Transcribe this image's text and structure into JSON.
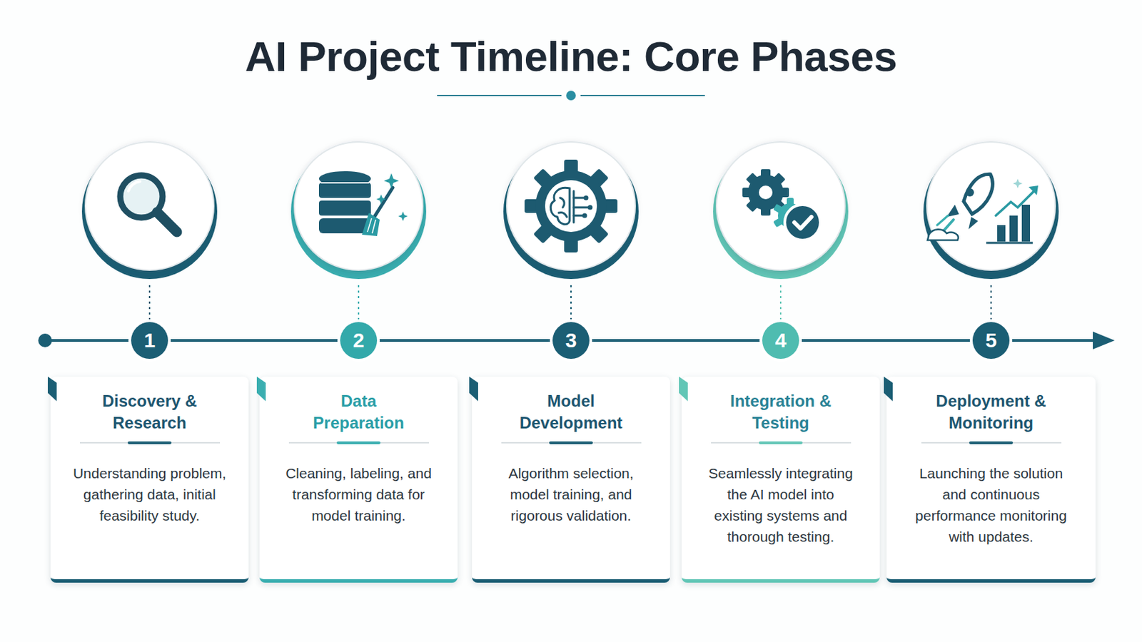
{
  "diagram": {
    "title": "AI Project Timeline: Core Phases",
    "nodes": [
      {
        "text": [
          "1"
        ]
      },
      {
        "text": [
          "Discovery & Research",
          "Understanding problem, gathering data, initial feasibility study."
        ]
      },
      {
        "text": [
          "2"
        ]
      },
      {
        "text": [
          "Data Preparation",
          "Cleaning, labeling, and transforming data for model training."
        ]
      },
      {
        "text": [
          "3"
        ]
      },
      {
        "text": [
          "Model Development",
          "Algorithm selection, model training, and rigorous validation."
        ]
      },
      {
        "text": [
          "4"
        ]
      },
      {
        "text": [
          "Integration & Testing",
          "Seamlessly integrating the AI model into existing systems and thorough testing."
        ]
      },
      {
        "text": [
          "5"
        ]
      },
      {
        "text": [
          "Deployment & Monitoring",
          "Launching the solution and continuous performance monitoring with updates."
        ]
      }
    ],
    "edges": [
      {
        "from": 0,
        "to": 2,
        "arrow": "none"
      },
      {
        "from": 2,
        "to": 4,
        "arrow": "none"
      },
      {
        "from": 4,
        "to": 6,
        "arrow": "none"
      },
      {
        "from": 6,
        "to": 8,
        "arrow": "none"
      }
    ]
  }
}
